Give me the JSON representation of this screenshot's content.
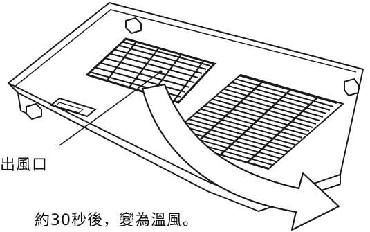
{
  "vent_label": "出風口",
  "caption": "約30秒後，變為溫風。",
  "colors": {
    "line": "#1a1a1a",
    "fill": "#ffffff"
  },
  "parts": {
    "laptop": "laptop-bottom-panel",
    "vent_small": "exhaust-grille-small",
    "vent_large": "intake-grille-large",
    "arrow": "airflow-arrow"
  }
}
